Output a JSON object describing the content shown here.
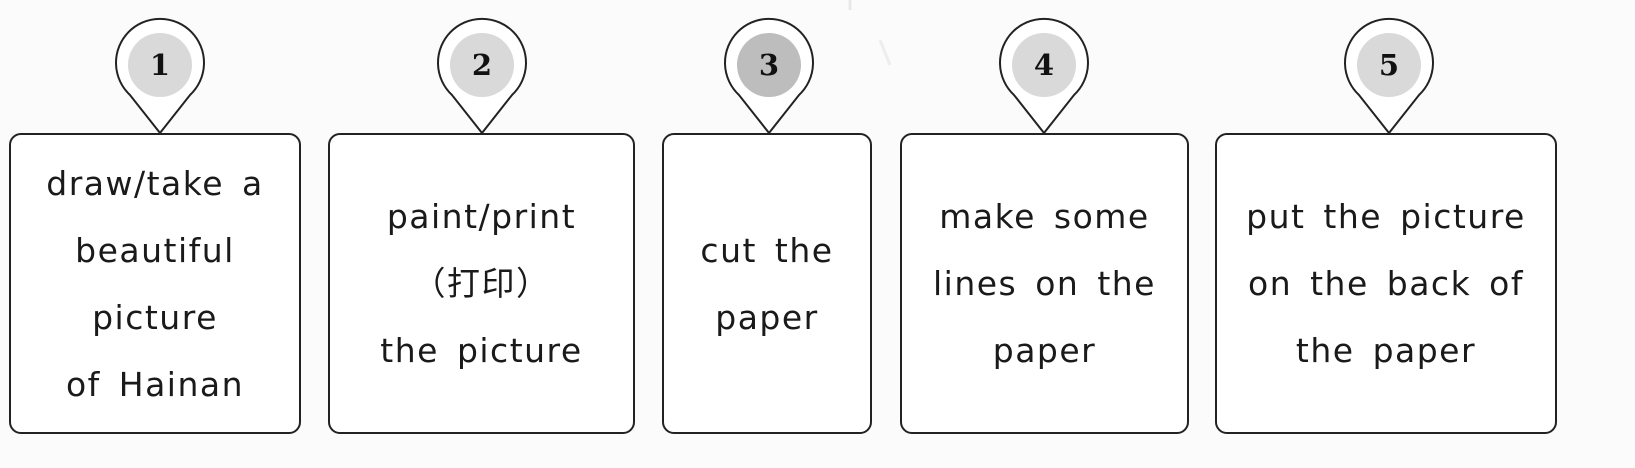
{
  "steps": [
    {
      "number": "1",
      "lines": [
        "draw/take a",
        "beautiful",
        "picture",
        "of Hainan"
      ],
      "badge_color": "#d9d9d9"
    },
    {
      "number": "2",
      "lines": [
        "paint/print",
        "（打印）",
        "the picture"
      ],
      "badge_color": "#d9d9d9"
    },
    {
      "number": "3",
      "lines": [
        "cut the",
        "paper"
      ],
      "badge_color": "#bdbdbd"
    },
    {
      "number": "4",
      "lines": [
        "make some",
        "lines on the",
        "paper"
      ],
      "badge_color": "#d9d9d9"
    },
    {
      "number": "5",
      "lines": [
        "put the picture",
        "on the back of",
        "the paper"
      ],
      "badge_color": "#d9d9d9"
    }
  ]
}
